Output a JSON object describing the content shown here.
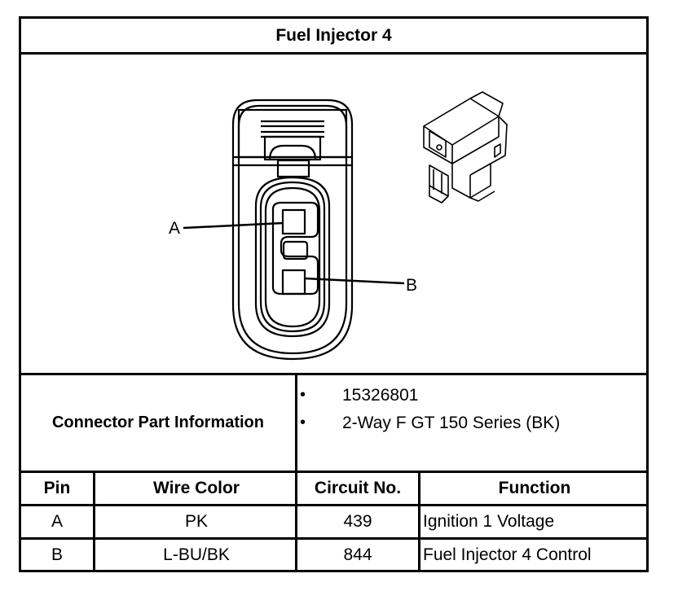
{
  "title": "Fuel Injector 4",
  "drawing": {
    "pin_labels": [
      "A",
      "B"
    ],
    "face_view_icon": "connector-face-view",
    "iso_view_icon": "connector-isometric-view"
  },
  "connector_info": {
    "label": "Connector Part Information",
    "bullet": "•",
    "items": [
      "15326801",
      "2-Way F GT 150 Series (BK)"
    ]
  },
  "pin_table": {
    "headers": [
      "Pin",
      "Wire Color",
      "Circuit No.",
      "Function"
    ],
    "rows": [
      [
        "A",
        "PK",
        "439",
        "Ignition 1 Voltage"
      ],
      [
        "B",
        "L-BU/BK",
        "844",
        "Fuel Injector 4 Control"
      ]
    ]
  }
}
